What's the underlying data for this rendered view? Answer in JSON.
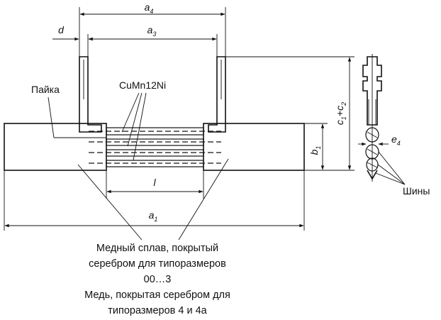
{
  "dimensions": {
    "a4": {
      "main": "a",
      "sub": "4"
    },
    "a3": {
      "main": "a",
      "sub": "3"
    },
    "a1": {
      "main": "a",
      "sub": "1"
    },
    "b1": {
      "main": "b",
      "sub": "1"
    },
    "c1": {
      "main": "c",
      "sub": "1"
    },
    "plus": "+",
    "c2": {
      "main": "c",
      "sub": "2"
    },
    "e4": {
      "main": "e",
      "sub": "4"
    },
    "d": "d",
    "l": "l"
  },
  "labels": {
    "solder": "Пайка",
    "alloy": "CuMn12Ni",
    "busbars": "Шины"
  },
  "caption": {
    "line1": "Медный сплав, покрытый",
    "line2": "серебром для  типоразмеров",
    "line3": "00…3",
    "line4": "Медь, покрытая серебром для",
    "line5": "типоразмеров 4 и 4а"
  }
}
